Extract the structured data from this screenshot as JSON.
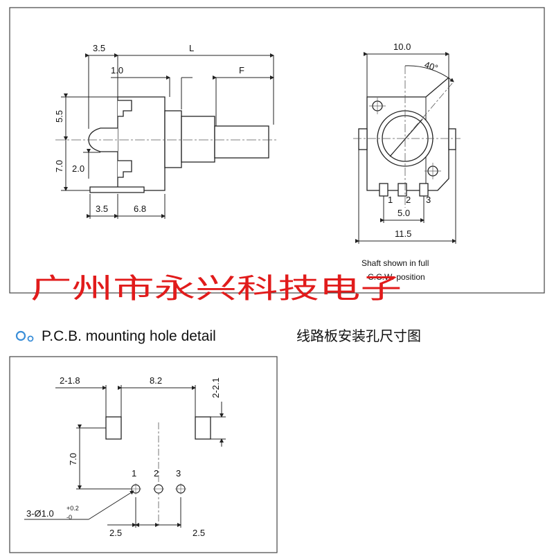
{
  "side_view": {
    "dims": {
      "d35_top": "3.5",
      "L": "L",
      "d10": "1.0",
      "F": "F",
      "d55": "5.5",
      "d70": "7.0",
      "d20": "2.0",
      "d35_bottom": "3.5",
      "d68": "6.8"
    }
  },
  "front_view": {
    "dims": {
      "d100": "10.0",
      "angle": "40°",
      "pin1": "1",
      "pin2": "2",
      "pin3": "3",
      "d50": "5.0",
      "d115": "11.5"
    },
    "note_line1": "Shaft shown in full",
    "note_line2": "C.C.W. position"
  },
  "watermark": "广州市永兴科技电子",
  "section": {
    "title": "P.C.B. mounting hole detail",
    "title_cn": "线路板安装孔尺寸图"
  },
  "pcb_view": {
    "dims": {
      "d218": "2-1.8",
      "d82": "8.2",
      "d221": "2-2.1",
      "d70": "7.0",
      "pin1": "1",
      "pin2": "2",
      "pin3": "3",
      "hole_main": "3-Ø1.0",
      "hole_tol_upper": "+0.2",
      "hole_tol_lower": "-0",
      "d25_left": "2.5",
      "d25_right": "2.5"
    }
  }
}
